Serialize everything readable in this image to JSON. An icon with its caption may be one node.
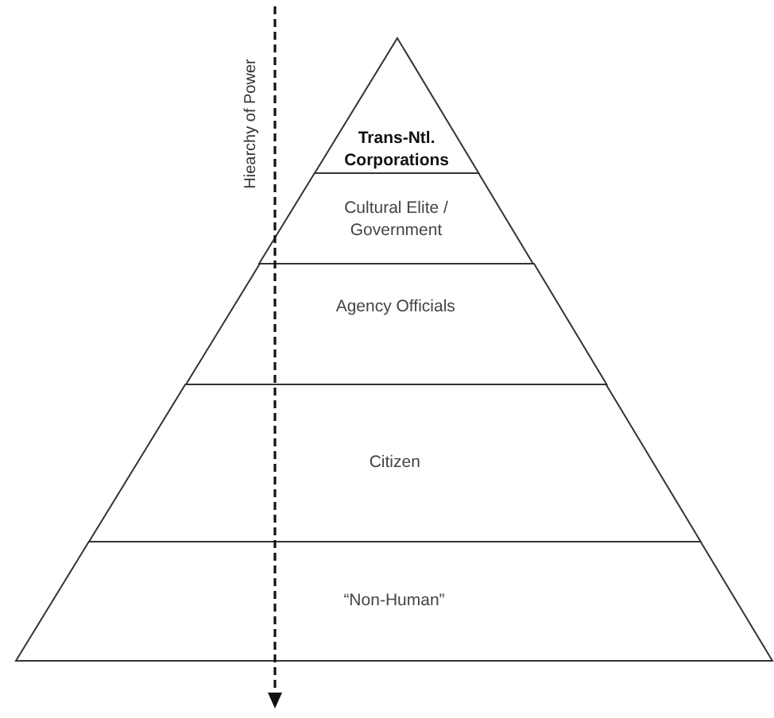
{
  "diagram": {
    "nodes": [
      {
        "text": [
          "Trans-Ntl. Corporations"
        ]
      },
      {
        "text": [
          "Cultural Elite / Government"
        ]
      },
      {
        "text": [
          "Agency Officials"
        ]
      },
      {
        "text": [
          "Citizen"
        ]
      },
      {
        "text": [
          "“Non-Human”"
        ]
      }
    ],
    "edges": [],
    "labels": [
      "Hiearchy of Power"
    ]
  }
}
